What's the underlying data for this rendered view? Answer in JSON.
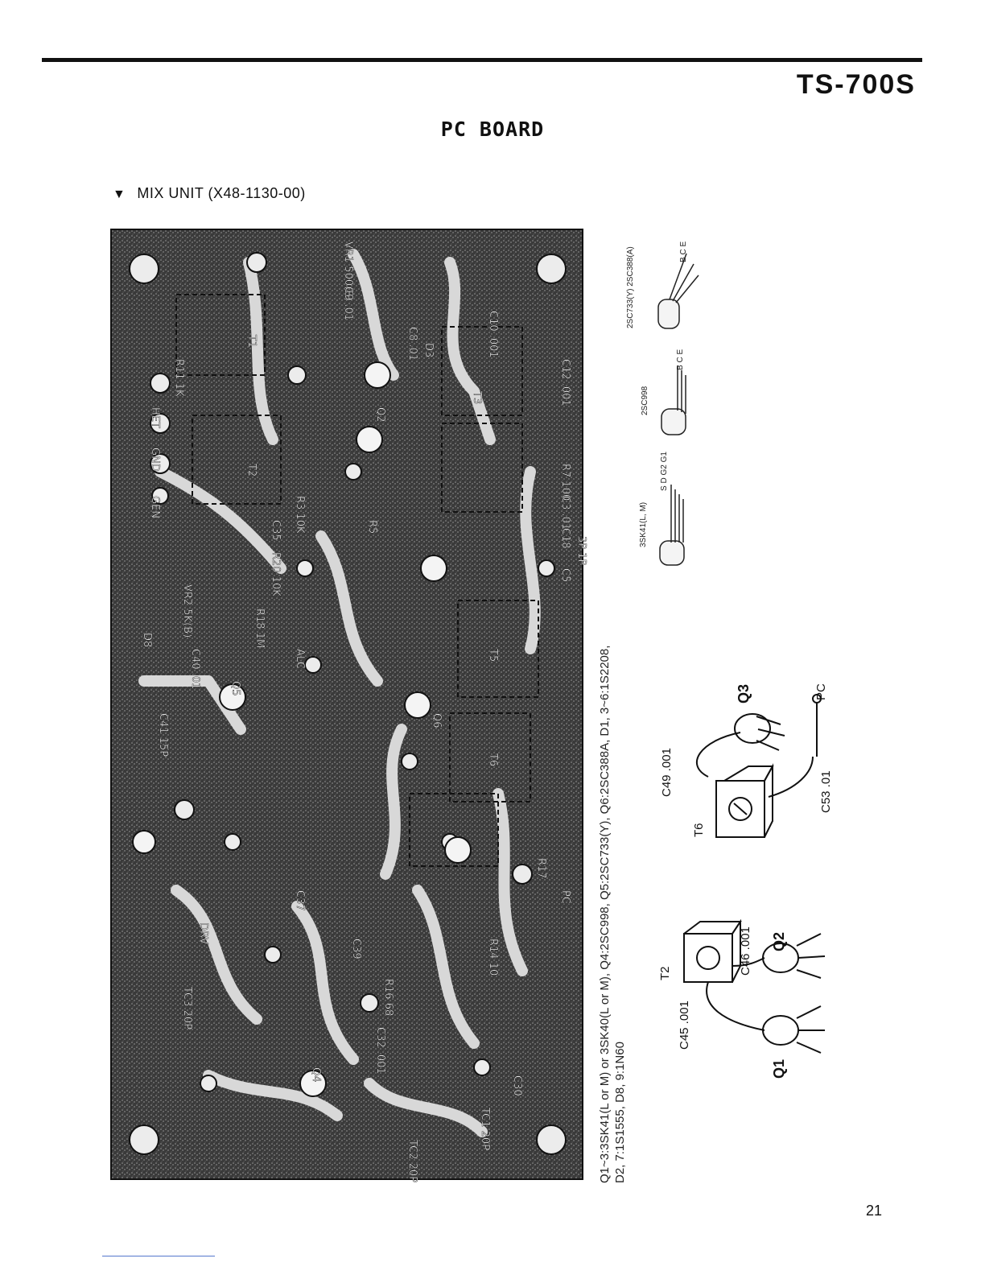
{
  "header": {
    "model": "TS-700S"
  },
  "page": {
    "title": "PC BOARD",
    "number": "21"
  },
  "section": {
    "marker": "▼",
    "title": "MIX UNIT (X48-1130-00)"
  },
  "board": {
    "labels": {
      "vr1": "VR1 500(B)",
      "vr2": "VR2 5K(B)",
      "gen": "GEN",
      "gnd": "GND",
      "het": "HET",
      "r11": "R11 1K",
      "t1": "T1",
      "t2": "T2",
      "t3": "T3",
      "t5": "T5",
      "t6": "T6",
      "d3": "D3",
      "d8": "D8",
      "q2": "Q2",
      "q4": "Q4",
      "q5": "Q5",
      "q6": "Q6",
      "alc": "ALC",
      "drv": "DRV",
      "pc": "PC",
      "tc1": "TC1 20P",
      "tc2": "TC2 20P",
      "tc3": "TC3 20P",
      "c12": "C12 .001",
      "r7": "R7 100",
      "c18": "C18",
      "c3": "C3 .01",
      "c5": "C5",
      "pins": "3P 1P",
      "r18": "R18 1M",
      "r20": "R20 10K",
      "c35": "C35",
      "c40": "C40 .01",
      "c41": "C41 15P",
      "c37": "C37",
      "c39": "C39",
      "c32": "C32 .001",
      "r16": "R16 68",
      "c30": "C30",
      "c10": "C10 .001",
      "c9": "C9 .01",
      "c8": "C8 .01",
      "r3": "R3 10K",
      "r5": "R5",
      "r17": "R17",
      "r14": "R14 10"
    }
  },
  "transistors": {
    "type1": "2SC733(Y) 2SC388(A)",
    "type1_pins": "B C E",
    "type2": "2SC998",
    "type2_pins": "B C E",
    "type3": "3SK41(L, M)",
    "type3_pins": "S D G2 G1"
  },
  "diagram_top": {
    "q3": "Q3",
    "c49": "C49 .001",
    "t6": "T6",
    "c53": "C53 .01",
    "pc": "PC"
  },
  "diagram_bottom": {
    "t2": "T2",
    "c46": "C46 .001",
    "q2": "Q2",
    "c45": "C45 .001",
    "q1": "Q1"
  },
  "notes": {
    "line1": "Q1~3:3SK41(L or M) or 3SK40(L or M), Q4:2SC998, Q5:2SC733(Y), Q6:2SC388A, D1, 3~6:1S2208,",
    "line2": "D2, 7:1S1555, D8, 9:1N60"
  }
}
